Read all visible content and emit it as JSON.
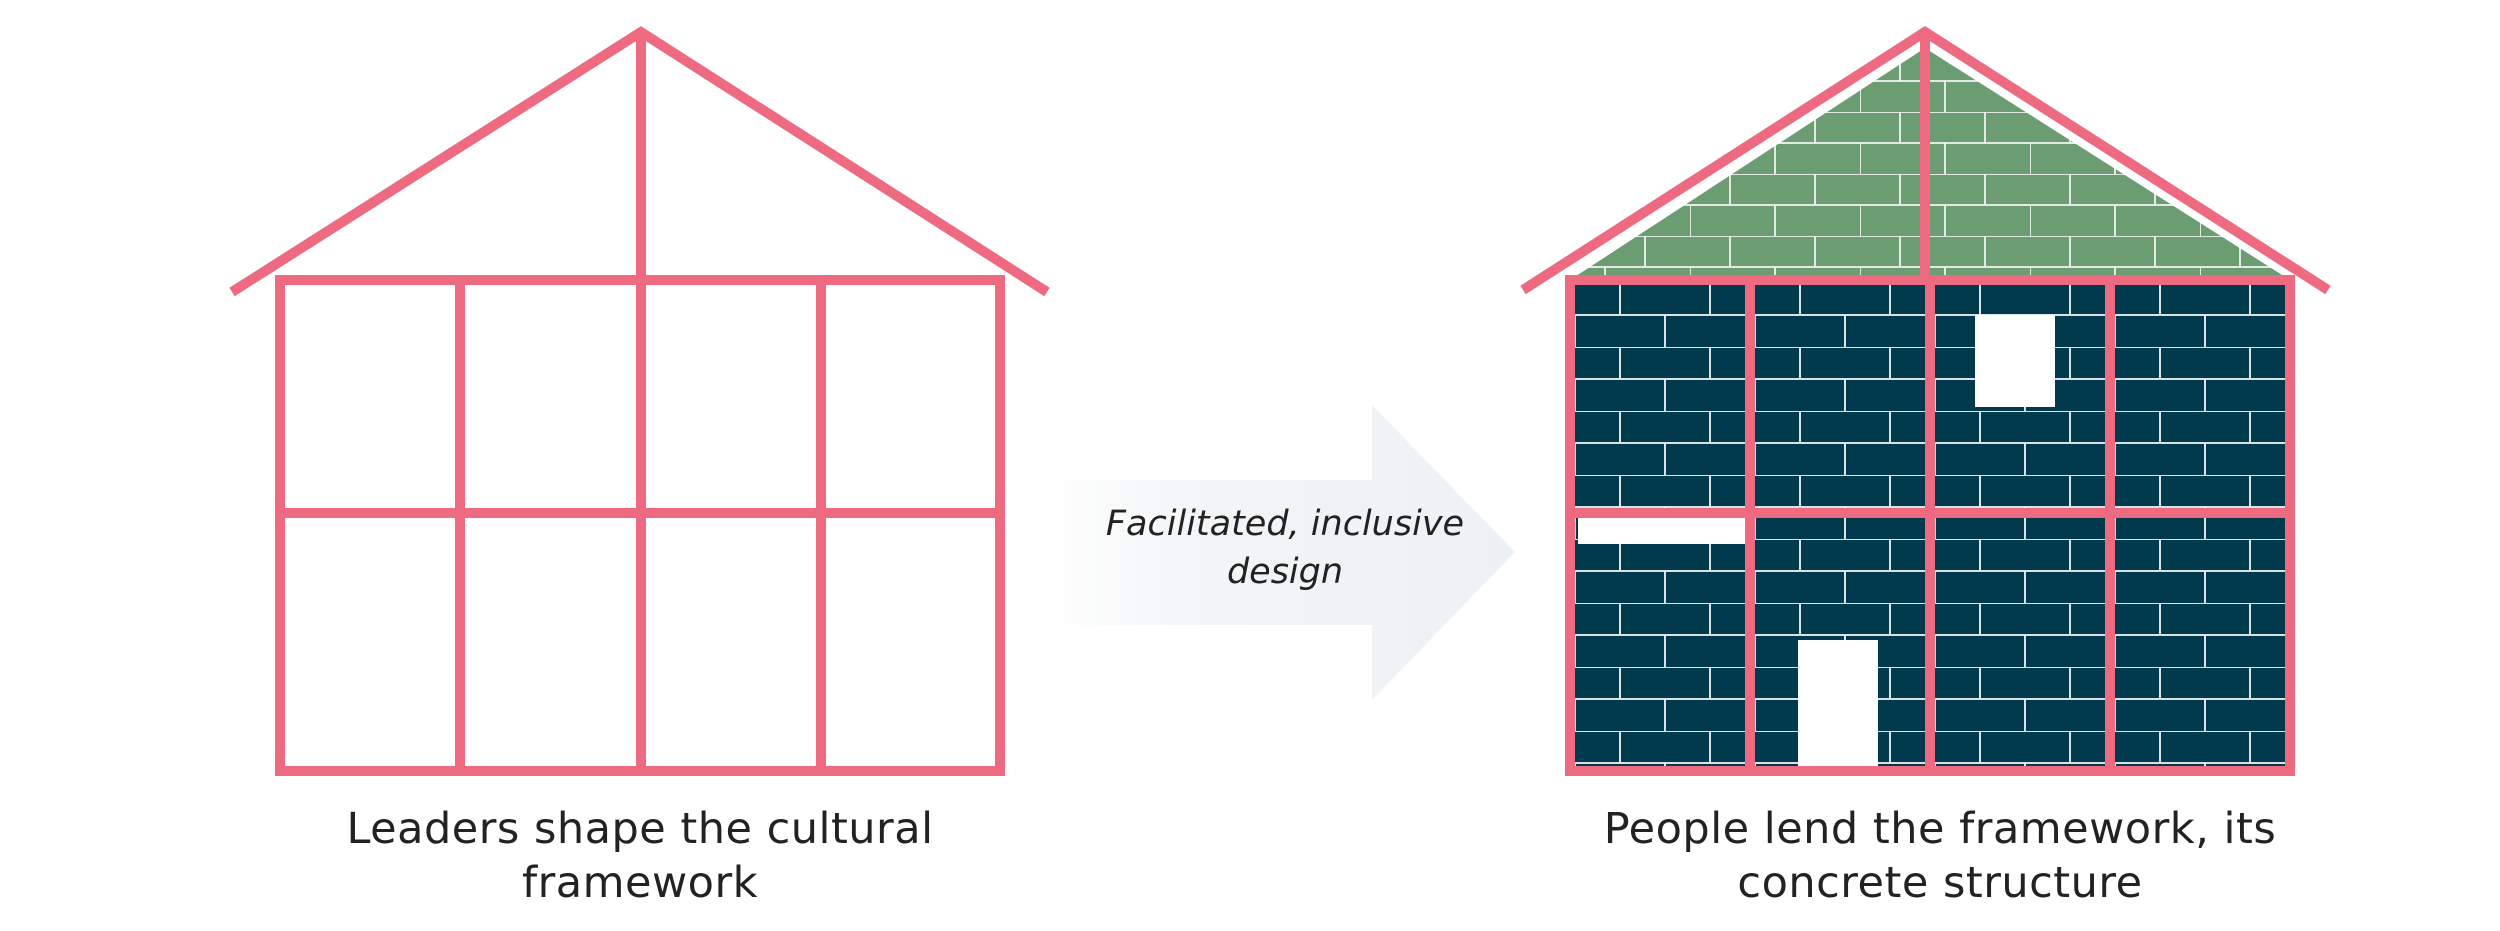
{
  "left_house": {
    "caption": "Leaders shape the cultural framework"
  },
  "right_house": {
    "caption": "People lend the framework, its concrete structure"
  },
  "arrow": {
    "label": "Facilitated, inclusive design"
  },
  "colors": {
    "frame": "#EE6A80",
    "roof_bricks": "#6B9C72",
    "wall_bricks": "#003A4C",
    "mortar": "#FFFFFF",
    "arrow": "#EEF1F3",
    "text": "#222222"
  }
}
